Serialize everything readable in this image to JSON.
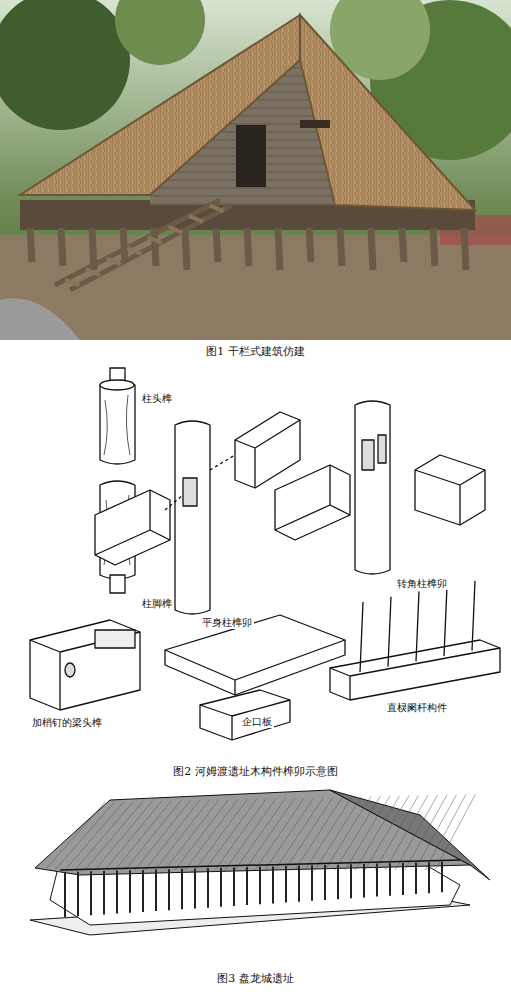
{
  "diagram": {
    "labels": [
      "图1 干栏式建筑仿建",
      "柱头榫",
      "平身柱榫卯",
      "转角柱榫卯",
      "柱脚榫",
      "加梢钉的梁头榫",
      "企口板",
      "直棂阑杆构件",
      "图2 河姆渡遗址木构件榫卯示意图",
      "图3 盘龙城遗址"
    ]
  }
}
